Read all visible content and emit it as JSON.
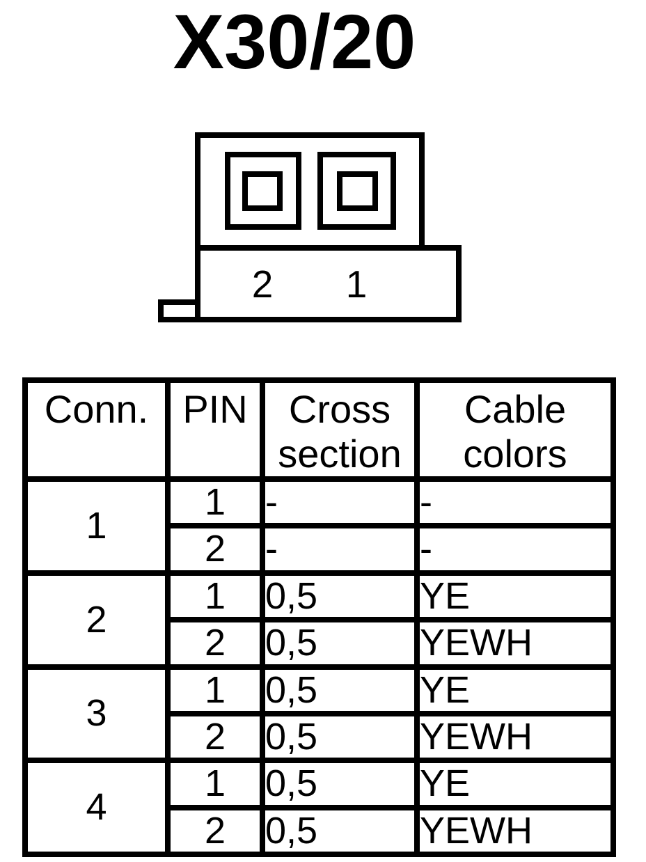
{
  "title": "X30/20",
  "colors": {
    "line": "#000000",
    "background": "#ffffff"
  },
  "diagram": {
    "type": "connector-face-view",
    "cavity_count": 2,
    "pin_labels": [
      "2",
      "1"
    ]
  },
  "table": {
    "headers": [
      "Conn.",
      "PIN",
      "Cross section",
      "Cable colors"
    ],
    "groups": [
      {
        "conn": "1",
        "pins": [
          {
            "pin": "1",
            "cross": "-",
            "color": "-"
          },
          {
            "pin": "2",
            "cross": "-",
            "color": "-"
          }
        ]
      },
      {
        "conn": "2",
        "pins": [
          {
            "pin": "1",
            "cross": "0,5",
            "color": "YE"
          },
          {
            "pin": "2",
            "cross": "0,5",
            "color": "YEWH"
          }
        ]
      },
      {
        "conn": "3",
        "pins": [
          {
            "pin": "1",
            "cross": "0,5",
            "color": "YE"
          },
          {
            "pin": "2",
            "cross": "0,5",
            "color": "YEWH"
          }
        ]
      },
      {
        "conn": "4",
        "pins": [
          {
            "pin": "1",
            "cross": "0,5",
            "color": "YE"
          },
          {
            "pin": "2",
            "cross": "0,5",
            "color": "YEWH"
          }
        ]
      }
    ]
  }
}
